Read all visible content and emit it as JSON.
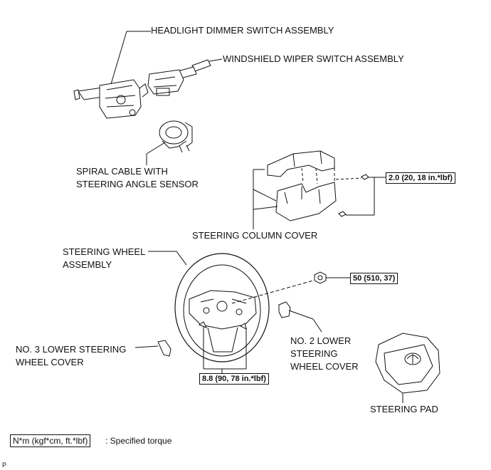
{
  "labels": {
    "headlight_dimmer": "HEADLIGHT DIMMER SWITCH ASSEMBLY",
    "wiper_switch": "WINDSHIELD WIPER SWITCH ASSEMBLY",
    "spiral_cable": "SPIRAL CABLE WITH\nSTEERING ANGLE SENSOR",
    "column_cover": "STEERING COLUMN COVER",
    "steering_wheel": "STEERING WHEEL\nASSEMBLY",
    "no3_cover": "NO. 3 LOWER STEERING\nWHEEL COVER",
    "no2_cover": "NO. 2 LOWER\nSTEERING\nWHEEL COVER",
    "steering_pad": "STEERING PAD"
  },
  "torques": {
    "column_screw": "2.0 (20, 18 in.*lbf)",
    "wheel_nut": "50 (510, 37)",
    "pad_screw": "8.8 (90, 78 in.*lbf)"
  },
  "legend": {
    "units": "N*m (kgf*cm, ft.*lbf)",
    "desc": ": Specified torque"
  },
  "figure_id": "P"
}
